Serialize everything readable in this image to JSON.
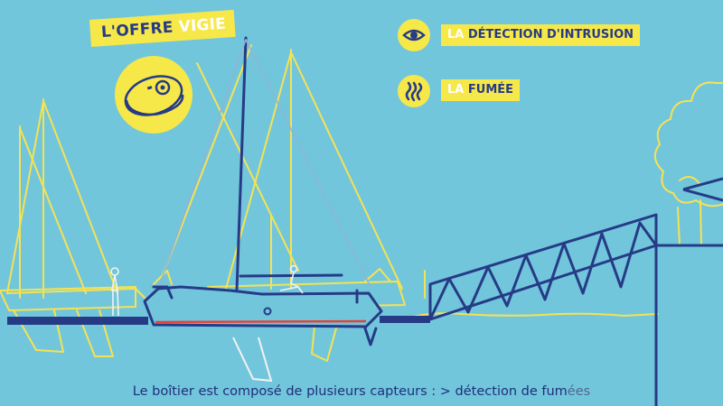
{
  "offer": {
    "label_prefix": "L'OFFRE",
    "label_accent": "VIGIE"
  },
  "features": [
    {
      "icon": "eye-icon",
      "prefix": "LA",
      "label": "DÉTECTION D'INTRUSION"
    },
    {
      "icon": "smoke-icon",
      "prefix": "LA",
      "label": "FUMÉE"
    }
  ],
  "device": {
    "icon": "sensor-box-icon"
  },
  "subtitle": {
    "text": "Le boîtier est composé de plusieurs capteurs : > détection de fum",
    "faded": "ées"
  },
  "colors": {
    "background": "#72c6dc",
    "yellow": "#f7e84a",
    "navy": "#263b86",
    "red": "#e0453c",
    "white": "#ffffff"
  }
}
